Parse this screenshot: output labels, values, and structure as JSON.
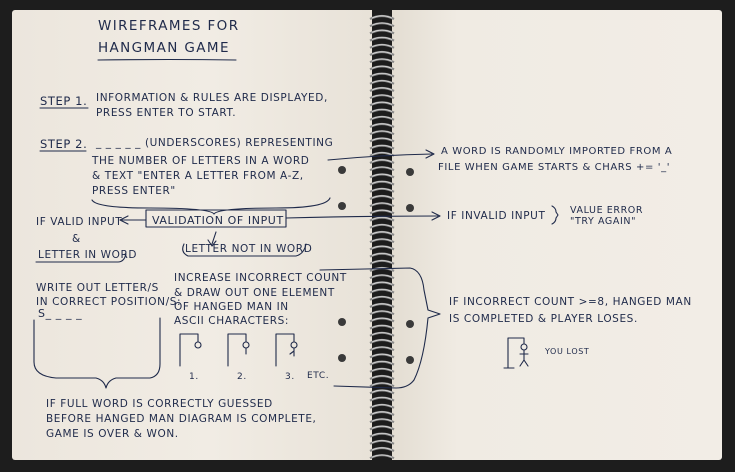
{
  "title": {
    "line1": "WIREFRAMES FOR",
    "line2": "HANGMAN GAME"
  },
  "step1": {
    "label": "STEP 1.",
    "line1": "INFORMATION & RULES ARE DISPLAYED,",
    "line2": "PRESS ENTER TO START."
  },
  "step2": {
    "label": "STEP 2.",
    "line1": "_ _ _ _ _ (UNDERSCORES) REPRESENTING",
    "line2": "THE NUMBER OF LETTERS IN A WORD",
    "line3": "& TEXT \"ENTER A LETTER FROM A-Z,",
    "line4": "PRESS ENTER\""
  },
  "random_word_note": {
    "line1": "A WORD IS RANDOMLY IMPORTED FROM A",
    "line2": "FILE WHEN GAME STARTS & CHARS += '_'"
  },
  "validation": {
    "box": "VALIDATION OF INPUT",
    "if_valid": "IF VALID INPUT",
    "ampersand": "&",
    "letter_in_word": "LETTER IN WORD",
    "letter_not_in_word": "LETTER NOT IN WORD",
    "if_invalid": "IF INVALID INPUT",
    "value_error": "VALUE ERROR",
    "try_again": "\"TRY AGAIN\""
  },
  "correct_branch": {
    "line1": "WRITE OUT LETTER/S",
    "line2": "IN CORRECT POSITION/S:",
    "example": "S_ _ _ _"
  },
  "incorrect_branch": {
    "line1": "INCREASE INCORRECT COUNT",
    "line2": "& DRAW OUT ONE ELEMENT",
    "line3": "OF HANGED MAN IN",
    "line4": "ASCII CHARACTERS:",
    "label1": "1.",
    "label2": "2.",
    "label3": "3.",
    "etc": "ETC."
  },
  "lose_note": {
    "line1": "IF INCORRECT COUNT >=8, HANGED MAN",
    "line2": "IS COMPLETED & PLAYER LOSES.",
    "you_lost": "YOU LOST"
  },
  "win_note": {
    "line1": "IF FULL WORD IS CORRECTLY GUESSED",
    "line2": "BEFORE HANGED MAN DIAGRAM IS COMPLETE,",
    "line3": "GAME IS OVER & WON."
  },
  "colors": {
    "ink": "#1f2a4a",
    "paper": "#f2ede6",
    "background": "#1d1d1d"
  }
}
